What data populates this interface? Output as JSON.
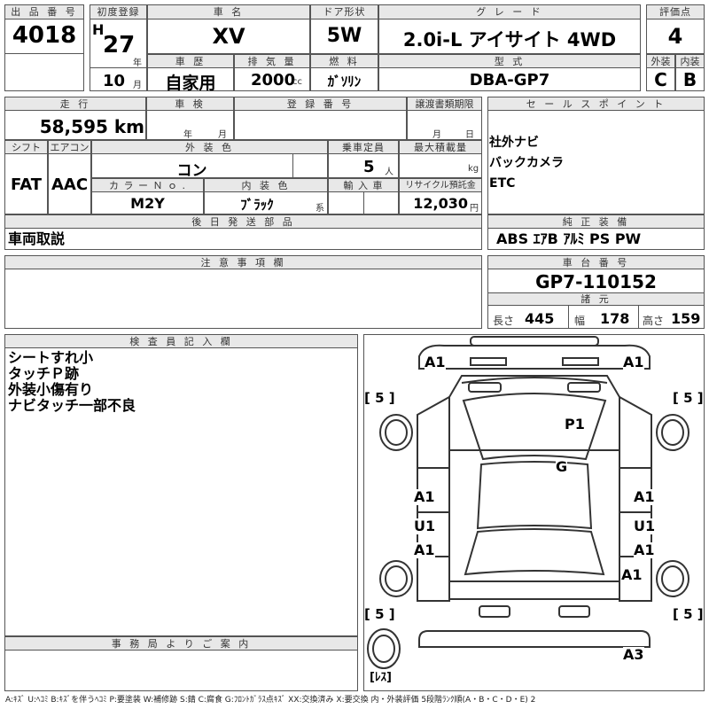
{
  "header": {
    "lot_label": "出 品 番 号",
    "lot_value": "4018",
    "first_reg_label": "初度登録",
    "era": "H",
    "year": "27",
    "year_unit": "年",
    "month": "10",
    "month_unit": "月",
    "name_label": "車 名",
    "name_value": "XV",
    "door_label": "ドア形状",
    "door_value": "5W",
    "grade_label": "グ レ ー ド",
    "grade_value": "2.0i-L アイサイト 4WD",
    "score_label": "評価点",
    "score_value": "4",
    "history_label": "車 歴",
    "history_value": "自家用",
    "displacement_label": "排 気 量",
    "displacement_value": "2000",
    "displacement_unit": "cc",
    "fuel_label": "燃 料",
    "fuel_value": "ｶﾞｿﾘﾝ",
    "model_label": "型 式",
    "model_value": "DBA-GP7",
    "ext_label": "外装",
    "ext_value": "C",
    "int_label": "内装",
    "int_value": "B"
  },
  "row2": {
    "mileage_label": "走 行",
    "mileage_value": "58,595 km",
    "inspection_label": "車 検",
    "inspection_year_unit": "年",
    "inspection_month_unit": "月",
    "reg_label": "登 録 番 号",
    "transfer_label": "譲渡書類期限",
    "transfer_month_unit": "月",
    "transfer_day_unit": "日",
    "sales_label": "セ ー ル ス ポ イ ン ト",
    "sales_points": [
      "社外ナビ",
      "バックカメラ",
      "ETC"
    ]
  },
  "row3": {
    "shift_label": "シフト",
    "shift_value": "FAT",
    "ac_label": "エアコン",
    "ac_value": "AAC",
    "color_label": "外 装 色",
    "color_value": "コン",
    "capacity_label": "乗車定員",
    "capacity_value": "5",
    "capacity_unit": "人",
    "load_label": "最大積載量",
    "load_unit": "kg",
    "colorno_label": "カ ラ ー Ｎ ｏ .",
    "colorno_value": "M2Y",
    "interior_label": "内 装 色",
    "interior_value": "ﾌﾞﾗｯｸ",
    "interior_unit": "系",
    "import_label": "輸 入 車",
    "recycle_label": "リサイクル預託金",
    "recycle_value": "12,030",
    "recycle_unit": "円"
  },
  "later": {
    "label": "後 日 発 送 部 品",
    "value": "車両取説"
  },
  "equipment": {
    "label": "純 正 装 備",
    "value": "ABS ｴｱB ｱﾙﾐ PS PW"
  },
  "notes": {
    "label": "注 意 事 項 欄"
  },
  "chassis": {
    "label": "車 台 番 号",
    "value": "GP7-110152",
    "spec_label": "諸 元",
    "length_label": "長さ",
    "length_value": "445",
    "width_label": "幅",
    "width_value": "178",
    "height_label": "高さ",
    "height_value": "159"
  },
  "inspector": {
    "label": "検 査 員 記 入 欄",
    "lines": [
      "シートすれ小",
      "タッチＰ跡",
      "外装小傷有り",
      "ナビタッチ一部不良"
    ]
  },
  "office": {
    "label": "事 務 局 よ り ご 案 内"
  },
  "diagram": {
    "marks": [
      "A1",
      "A1",
      "P1",
      "G",
      "A1",
      "A1",
      "U1",
      "U1",
      "A1",
      "A1",
      "A1",
      "A3"
    ],
    "tire_marks": [
      "[ 5 ]",
      "[ 5 ]",
      "[ 5 ]",
      "[ 5 ]"
    ],
    "spare_label": "[ﾚｽ]"
  },
  "legend": "A:ｷｽﾞ U:ﾍｺﾐ B:ｷｽﾞを伴うﾍｺﾐ P:要塗装 W:補修跡 S:錆 C:腐食 G:ﾌﾛﾝﾄｶﾞﾗｽ点ｷｽﾞ XX:交換済み X:要交換  内・外装評価 5段階ﾗﾝｸ順(A・B・C・D・E) 2"
}
